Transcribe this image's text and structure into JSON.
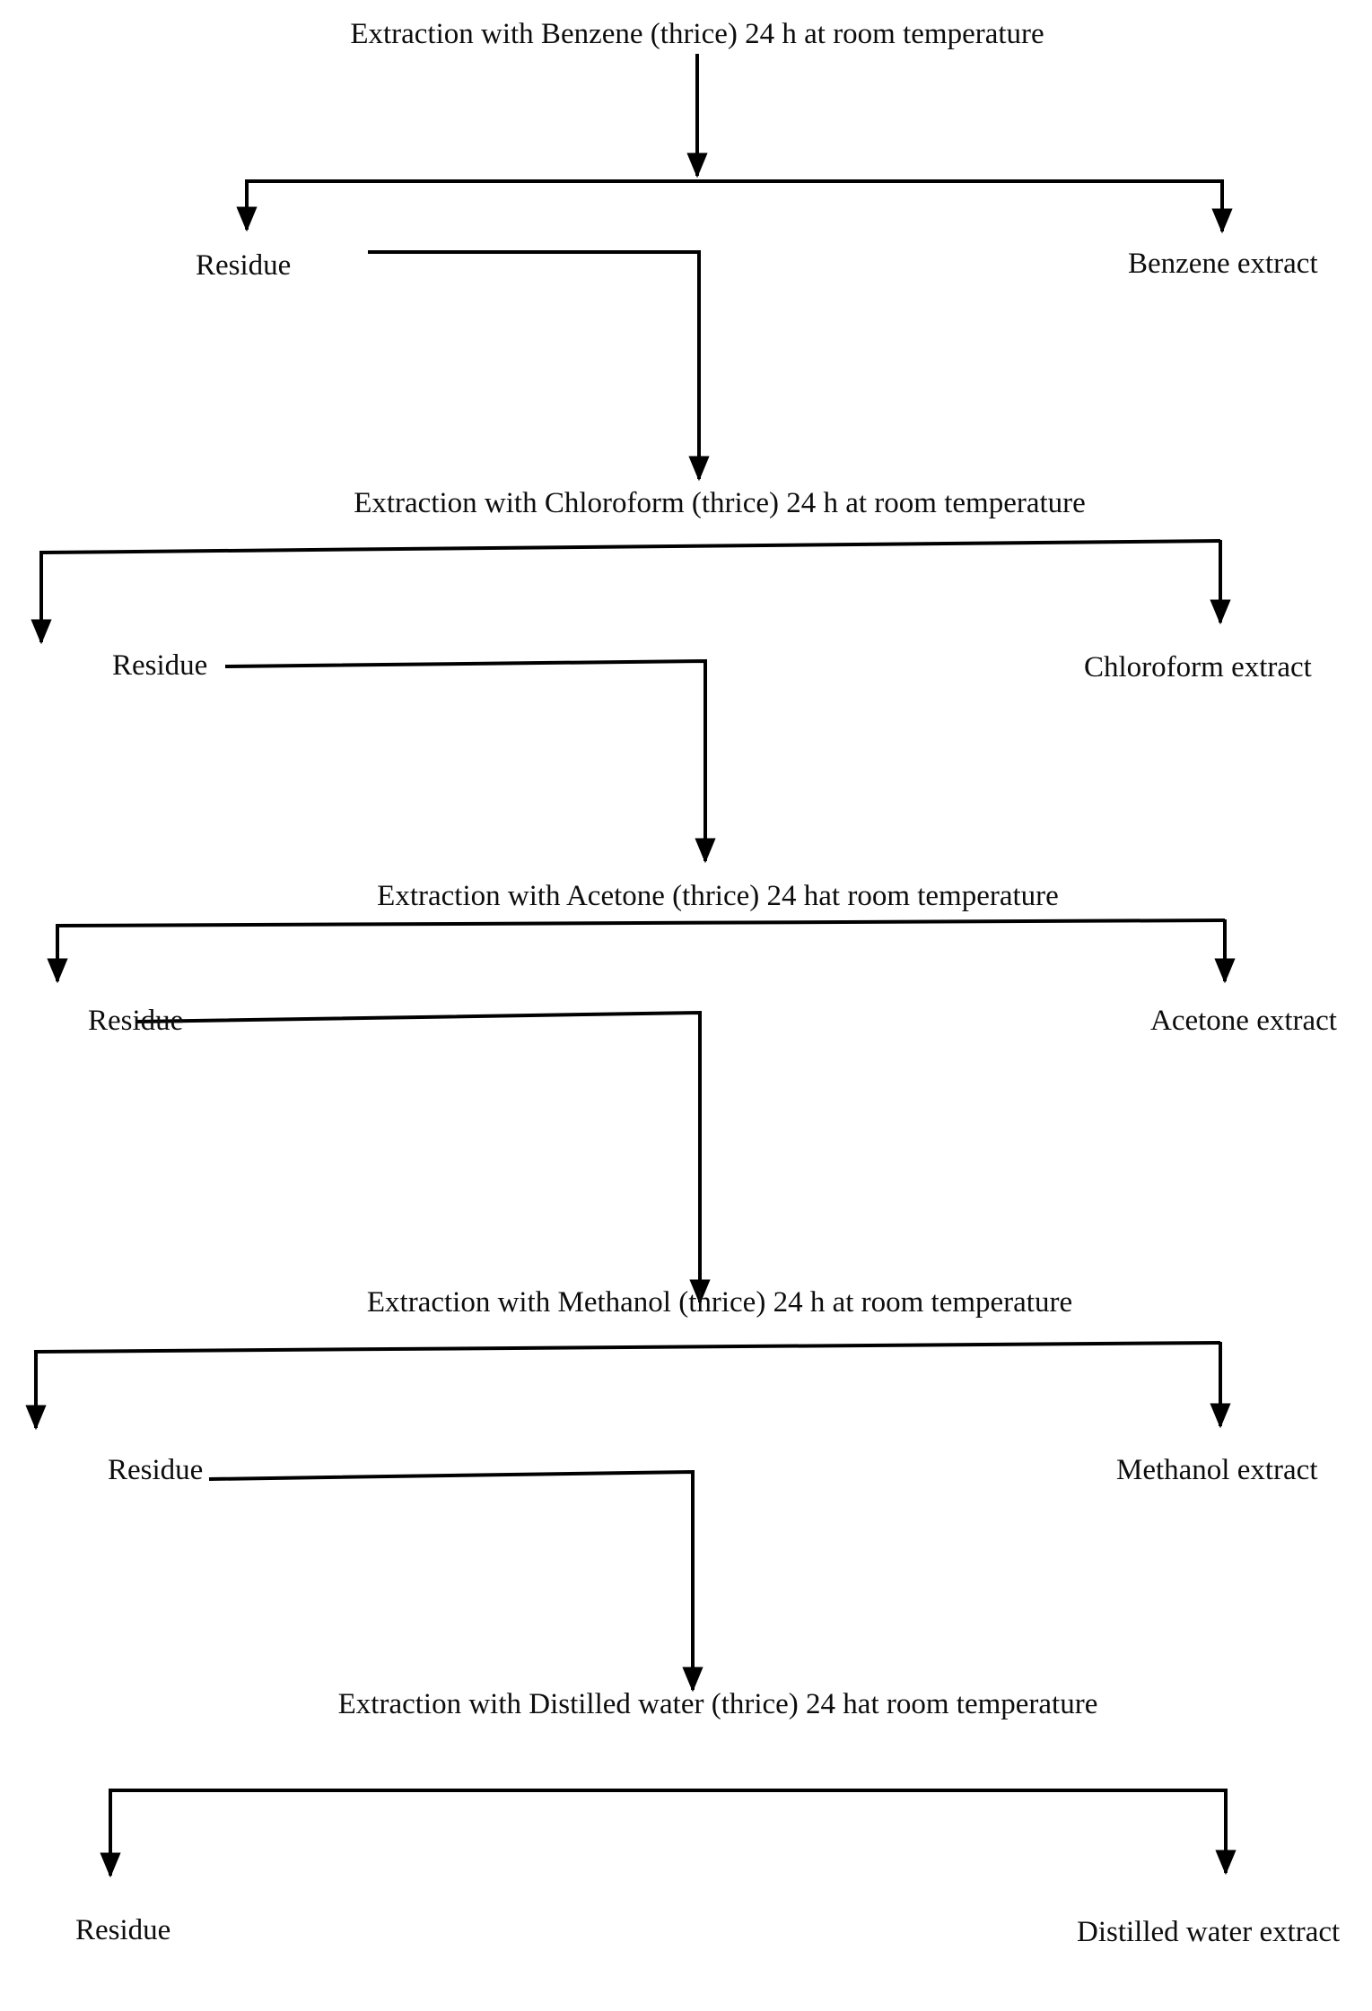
{
  "diagram": {
    "type": "flowchart",
    "description": "Sequential solvent extraction scheme: each extraction step splits into a residue (carried to the next solvent) and a solvent extract."
  },
  "colors": {
    "line": "#000000",
    "text": "#0d0d0d",
    "background": "#ffffff"
  },
  "steps": [
    {
      "title": "Extraction with Benzene (thrice) 24 h at room temperature",
      "residue_label": "Residue",
      "extract_label": "Benzene extract"
    },
    {
      "title": "Extraction with Chloroform (thrice) 24 h at room temperature",
      "residue_label": "Residue",
      "extract_label": "Chloroform extract"
    },
    {
      "title": "Extraction with Acetone (thrice) 24 hat room temperature",
      "residue_label": "Residue",
      "extract_label": "Acetone extract"
    },
    {
      "title": "Extraction with Methanol (thrice) 24 h at room temperature",
      "residue_label": "Residue",
      "extract_label": "Methanol extract"
    },
    {
      "title": "Extraction with Distilled water (thrice) 24 hat room temperature",
      "residue_label": "Residue",
      "extract_label": "Distilled water extract"
    }
  ]
}
